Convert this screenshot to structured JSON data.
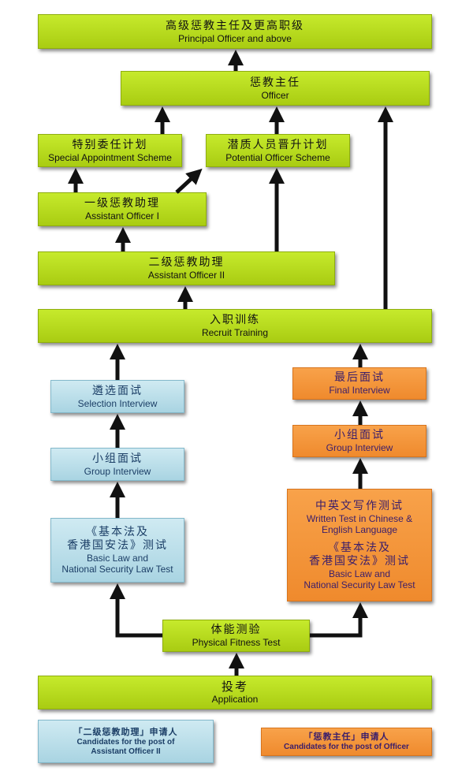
{
  "boxes": {
    "principal": {
      "zh": "高级惩教主任及更高职级",
      "en": "Principal Officer and above"
    },
    "officer": {
      "zh": "惩教主任",
      "en": "Officer"
    },
    "special": {
      "zh": "特别委任计划",
      "en": "Special Appointment Scheme"
    },
    "potential": {
      "zh": "潜质人员晋升计划",
      "en": "Potential Officer Scheme"
    },
    "ao1": {
      "zh": "一级惩教助理",
      "en": "Assistant Officer I"
    },
    "ao2": {
      "zh": "二级惩教助理",
      "en": "Assistant Officer II"
    },
    "recruit": {
      "zh": "入职训练",
      "en": "Recruit Training"
    },
    "selection": {
      "zh": "遴选面试",
      "en": "Selection Interview"
    },
    "group_left": {
      "zh": "小组面试",
      "en": "Group Interview"
    },
    "basic_left": {
      "zh1": "《基本法及",
      "zh2": "香港国安法》测试",
      "en1": "Basic Law and",
      "en2": "National Security Law Test"
    },
    "final": {
      "zh": "最后面试",
      "en": "Final Interview"
    },
    "group_right": {
      "zh": "小组面试",
      "en": "Group Interview"
    },
    "written": {
      "zh": "中英文写作测试",
      "en1": "Written Test in Chinese &",
      "en2": "English Language"
    },
    "basic_right": {
      "zh1": "《基本法及",
      "zh2": "香港国安法》测试",
      "en1": "Basic Law and",
      "en2": "National Security Law Test"
    },
    "fitness": {
      "zh": "体能测验",
      "en": "Physical Fitness Test"
    },
    "application": {
      "zh": "投考",
      "en": "Application"
    }
  },
  "legend": {
    "ao2": {
      "zh": "「二级惩教助理」申请人",
      "en1": "Candidates for the post of",
      "en2": "Assistant Officer II"
    },
    "officer": {
      "zh": "「惩教主任」申请人",
      "en": "Candidates for the post of Officer"
    }
  },
  "colors": {
    "green": "#b5d81b",
    "blue": "#bfe1ec",
    "orange": "#f39a3c",
    "arrow": "#111111"
  }
}
